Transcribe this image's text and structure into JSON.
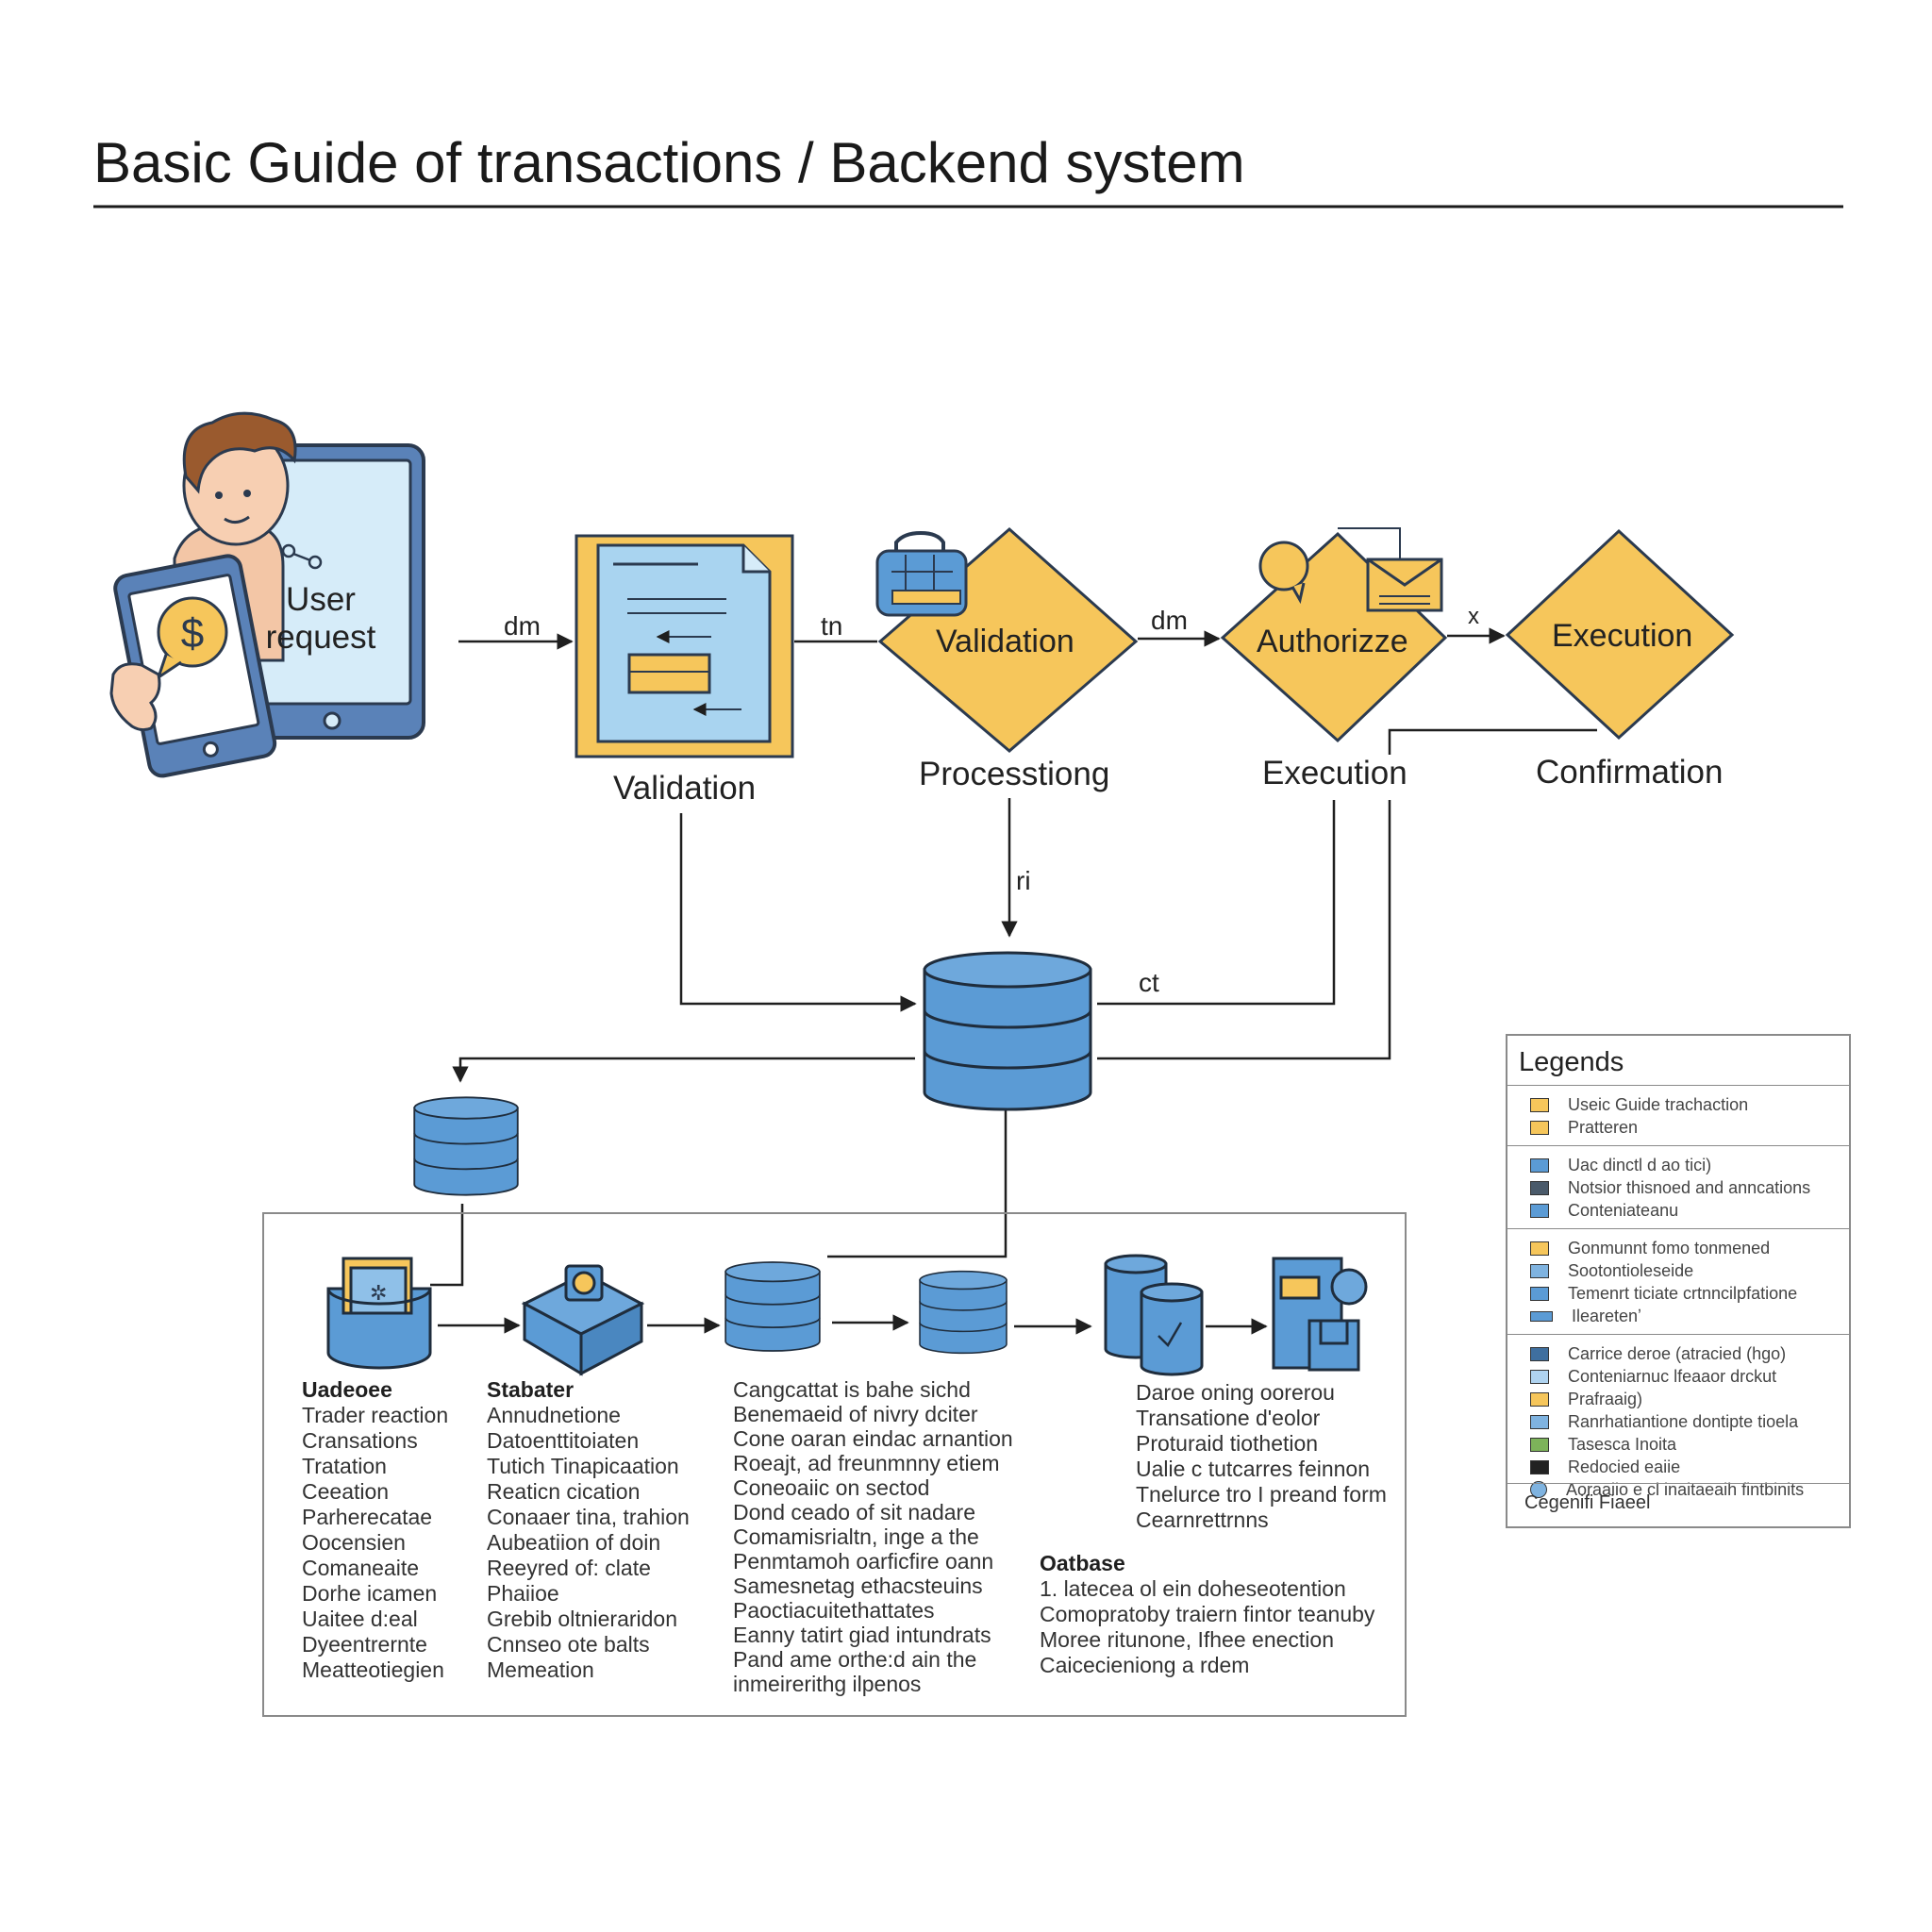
{
  "title": "Basic Guide of transactions / Backend system",
  "colors": {
    "yellow": "#F6C65B",
    "blue": "#5B9BD5",
    "outline": "#2B3A4F",
    "light_blue": "#BFE0F5",
    "green": "#7DB35A"
  },
  "main_flow": {
    "user_request": "User\nrequest",
    "document_label": "Validation",
    "validation_diamond": "Validation",
    "processing_label": "Processtiong",
    "authorize_diamond": "Authorizze",
    "execution_label": "Execution",
    "execution_diamond": "Execution",
    "confirmation_label": "Confirmation"
  },
  "connector_labels": {
    "c1": "dm",
    "c2": "tn",
    "c3": "dm",
    "c4": "x",
    "c5": "ri",
    "c6": "ct"
  },
  "columns": [
    {
      "heading": "Uadeoee",
      "lines": [
        "Trader reaction",
        "Cransations",
        "Tratation",
        "Ceeation",
        "Parherecatae",
        "Oocensien",
        "Comaneaite",
        "Dorhe icamen",
        "Uaitee d:eal",
        "Dyeentrernte",
        "Meatteotiegien"
      ]
    },
    {
      "heading": "Stabater",
      "lines": [
        "Annudnetione",
        "Datoenttitoiaten",
        "Tutich Tinapicaation",
        "Reaticn cication",
        "Conaaer tina, trahion",
        "Aubeatiion of doin",
        "Reeyred of: clate",
        "Phaiioe",
        "Grebib oltnieraridon",
        "Cnnseo ote balts",
        "Memeation"
      ]
    },
    {
      "heading": "",
      "lines": [
        "Cangcattat is bahe sichd",
        "Benemaeid of nivry dciter",
        "Cone oaran eindac arnantion",
        "Roeajt, ad freunmnny etiem",
        "Coneoaiic on sectod",
        "Dond ceado of sit nadare",
        "Comamisrialtn, inge a the",
        "Penmtamoh oarficfire oann",
        "Samesnetag ethacsteuins",
        "Paoctiacuitethattates",
        "Eanny tatirt giad intundrats",
        "Pand ame orthe:d ain the",
        "inmeirerithg ilpenos"
      ]
    },
    {
      "heading": "",
      "lines": [
        "Daroe oning oorerou",
        "Transatione d'eolor",
        "Proturaid tiothetion",
        "Ualie c tutcarres feinnon",
        "Tnelurce tro I preand form",
        "Cearnrettrnns"
      ]
    },
    {
      "heading": "Oatbase",
      "lines": [
        "1. latecea ol ein doheseotention",
        "Comopratoby traiern fintor teanuby",
        "Moree ritunone, Ifhee enection",
        "Caicecieniong a rdem"
      ]
    }
  ],
  "legend": {
    "title": "Legends",
    "groups": [
      [
        {
          "label": "Useic Guide trachaction",
          "color": "#F6C65B",
          "shape": "square"
        },
        {
          "label": "Pratteren",
          "color": "#F6C65B",
          "shape": "square"
        }
      ],
      [
        {
          "label": "Uac dinctl d ao tici)",
          "color": "#5B9BD5",
          "shape": "square"
        },
        {
          "label": "Notsior thisnoed and anncations",
          "color": "#4A5A6A",
          "shape": "square"
        },
        {
          "label": "Conteniateanu",
          "color": "#5B9BD5",
          "shape": "square"
        }
      ],
      [
        {
          "label": "Gonmunnt fomo tonmened",
          "color": "#F6C65B",
          "shape": "square"
        },
        {
          "label": "Sootontioleseide",
          "color": "#7FB3E0",
          "shape": "square"
        },
        {
          "label": "Temenrt ticiate crtnncilpfatione",
          "color": "#5B9BD5",
          "shape": "square"
        },
        {
          "label": "Ilearetenʼ",
          "color": "#5B9BD5",
          "shape": "wide"
        }
      ],
      [
        {
          "label": "Carrice deroe (atracied (hgo)",
          "color": "#3F6F9F",
          "shape": "square"
        },
        {
          "label": "Conteniarnuc lfeaaor drckut",
          "color": "#AFD3F0",
          "shape": "square"
        },
        {
          "label": "Prafraaig)",
          "color": "#F6C65B",
          "shape": "square"
        },
        {
          "label": "Ranrhatiantione dontipte tioela",
          "color": "#7FB3E0",
          "shape": "square"
        },
        {
          "label": "Tasesca Inoita",
          "color": "#7DB35A",
          "shape": "square"
        },
        {
          "label": "Redocied eaiie",
          "color": "#222222",
          "shape": "square"
        },
        {
          "label": "Aoraaiio e cl inaitaeaih fintbinits",
          "color": "#7FB3E0",
          "shape": "circle"
        }
      ]
    ],
    "footer": "Cegenifi Fiaeel"
  }
}
